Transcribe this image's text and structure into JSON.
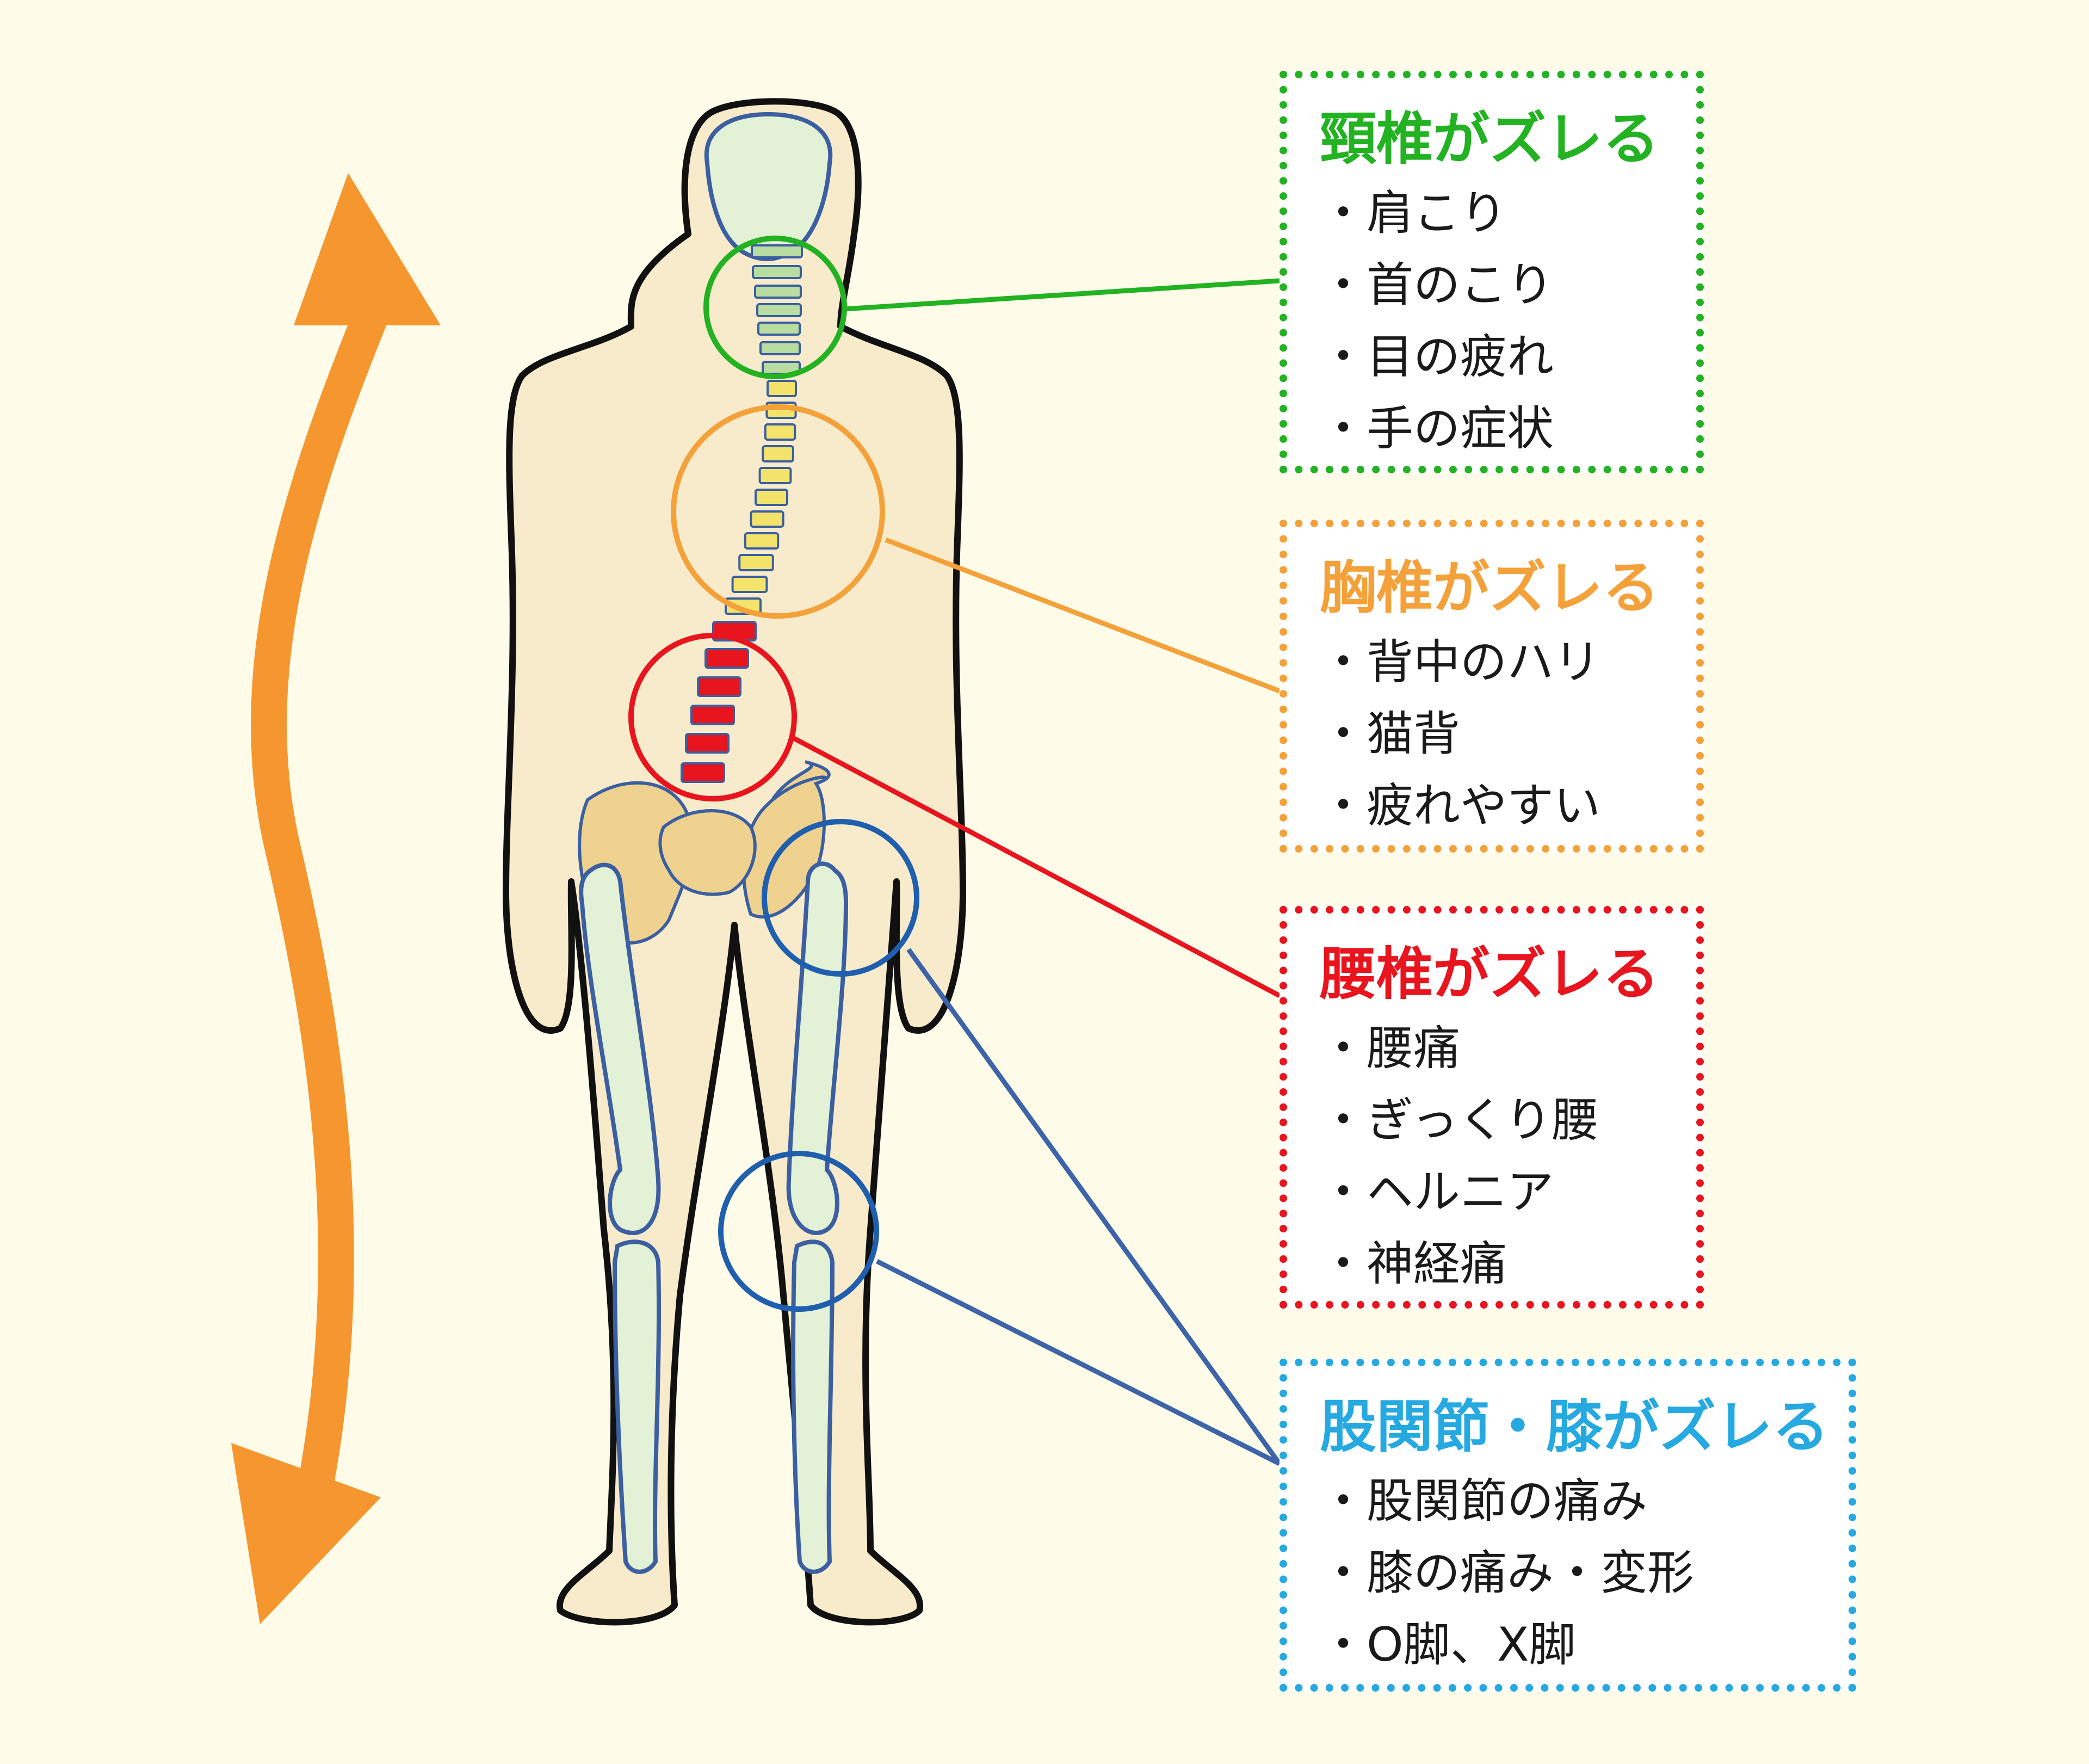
{
  "colors": {
    "neck": "#22b222",
    "thoracic": "#f4a13a",
    "lumbar": "#e8141e",
    "hip_knee": "#25a9e0",
    "arrow": "#f5962e",
    "skin": "#f8ebcb",
    "bone": "#e3f1d6",
    "bone_outline": "#3b5fa0",
    "pelvis": "#efd28f",
    "background": "#fffbe9"
  },
  "sections": [
    {
      "id": "neck",
      "title": "頸椎がズレる",
      "symptoms": [
        "・肩こり",
        "・首のこり",
        "・目の疲れ",
        "・手の症状"
      ]
    },
    {
      "id": "thoracic",
      "title": "胸椎がズレる",
      "symptoms": [
        "・背中のハリ",
        "・猫背",
        "・疲れやすい"
      ]
    },
    {
      "id": "lumbar",
      "title": "腰椎がズレる",
      "symptoms": [
        "・腰痛",
        "・ぎっくり腰",
        "・ヘルニア",
        "・神経痛"
      ]
    },
    {
      "id": "hip_knee",
      "title": "股関節・膝がズレる",
      "symptoms": [
        "・股関節の痛み",
        "・膝の痛み・変形",
        "・O脚、X脚"
      ]
    }
  ],
  "icons": [
    "double-headed-curved-arrow-icon",
    "human-body-back-icon"
  ]
}
